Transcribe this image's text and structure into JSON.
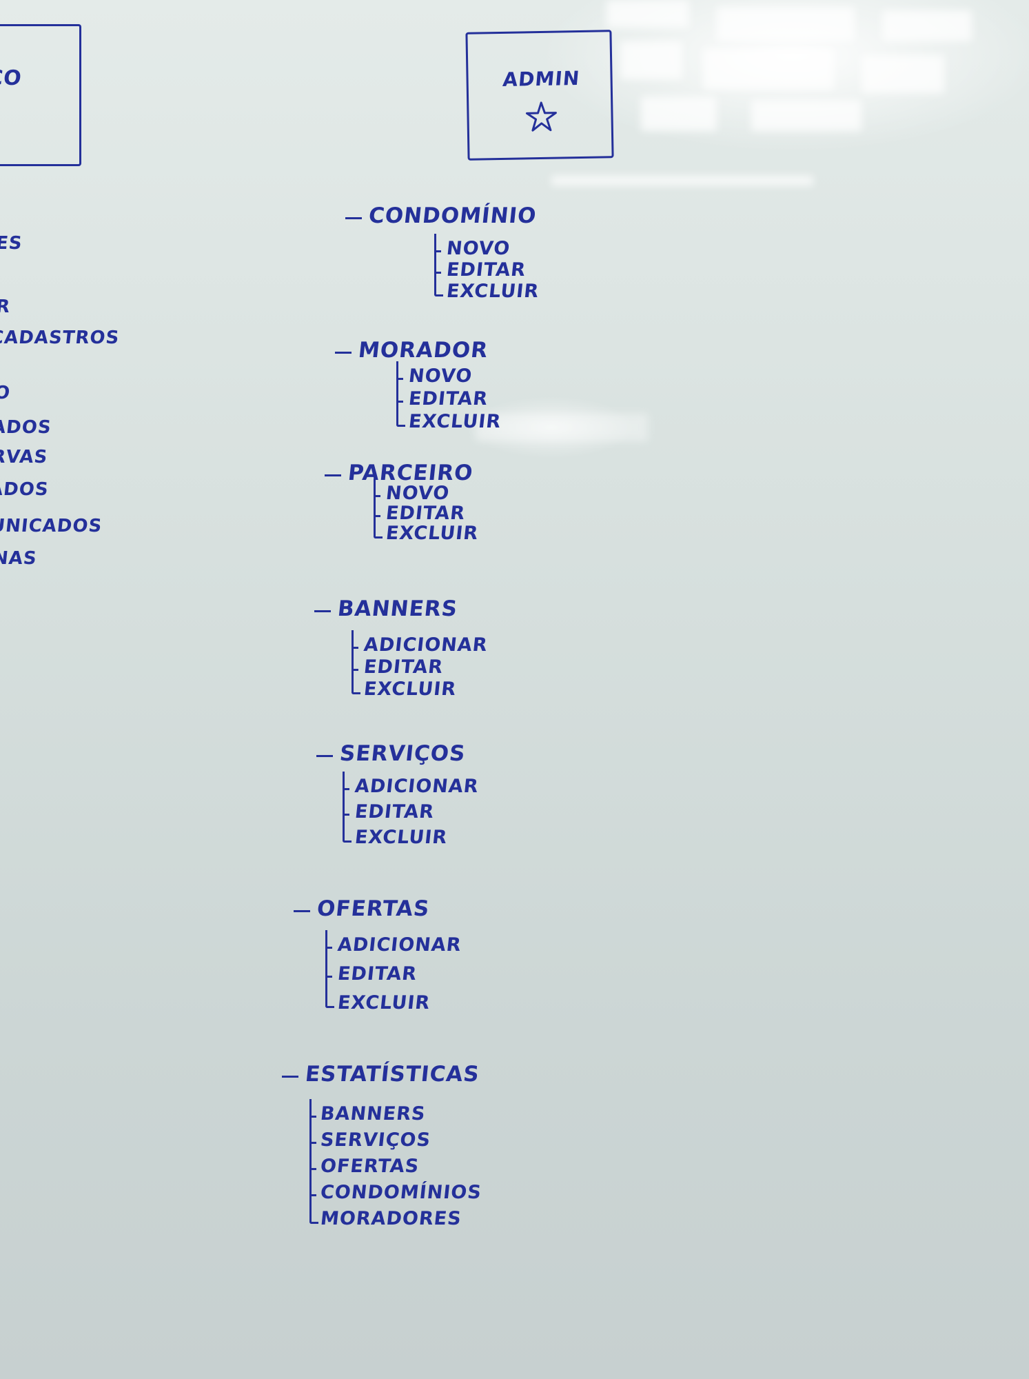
{
  "admin_box": {
    "title": "ADMIN",
    "icon": "star-icon"
  },
  "left_box": {
    "label_fragment": "ICO"
  },
  "left_edge_fragments": [
    "ES",
    "R",
    "CADASTROS",
    "O",
    "ADOS",
    "RVAS",
    "ADOS",
    "UNICADOS",
    "NAS"
  ],
  "sections": [
    {
      "title": "CONDOMÍNIO",
      "items": [
        "NOVO",
        "EDITAR",
        "EXCLUIR"
      ]
    },
    {
      "title": "MORADOR",
      "items": [
        "NOVO",
        "EDITAR",
        "EXCLUIR"
      ]
    },
    {
      "title": "PARCEIRO",
      "items": [
        "NOVO",
        "EDITAR",
        "EXCLUIR"
      ]
    },
    {
      "title": "BANNERS",
      "items": [
        "ADICIONAR",
        "EDITAR",
        "EXCLUIR"
      ]
    },
    {
      "title": "SERVIÇOS",
      "items": [
        "ADICIONAR",
        "EDITAR",
        "EXCLUIR"
      ]
    },
    {
      "title": "OFERTAS",
      "items": [
        "ADICIONAR",
        "EDITAR",
        "EXCLUIR"
      ]
    },
    {
      "title": "ESTATÍSTICAS",
      "items": [
        "BANNERS",
        "SERVIÇOS",
        "OFERTAS",
        "CONDOMÍNIOS",
        "MORADORES"
      ]
    }
  ],
  "colors": {
    "ink": "#24309a",
    "board": "#d7e0de"
  }
}
